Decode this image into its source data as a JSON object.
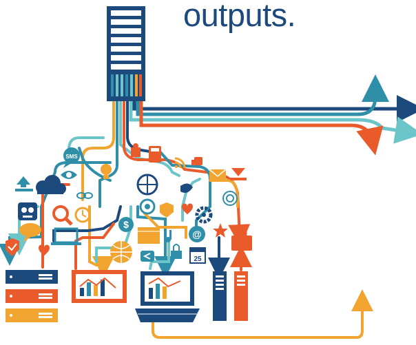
{
  "headline": "outputs.",
  "badges": {
    "sms": "SMS",
    "dollar": "$",
    "calendar_day": "25",
    "at_sign": "@"
  },
  "colors": {
    "navy": "#1d4a7c",
    "teal": "#2f8fa8",
    "light_teal": "#6cc5c9",
    "orange": "#f2a431",
    "red_orange": "#ea5b2c",
    "dark_teal": "#1b6a80"
  },
  "icons": [
    "server-icon",
    "sms-bubble-icon",
    "eye-icon",
    "cloud-icon",
    "upload-icon",
    "robot-icon",
    "chat-bubble-icon",
    "heart-icon",
    "shield-icon",
    "magnifier-icon",
    "clock-icon",
    "laptop-icon",
    "dollar-icon",
    "globe-icon",
    "calculator-icon",
    "rss-icon",
    "thumbs-up-icon",
    "mail-icon",
    "download-icon",
    "fingerprint-icon",
    "gear-icon",
    "bird-icon",
    "at-icon",
    "calendar-icon",
    "briefcase-icon",
    "music-note-icon",
    "lock-icon",
    "tower-pc-icon",
    "chart-screen-icon"
  ]
}
